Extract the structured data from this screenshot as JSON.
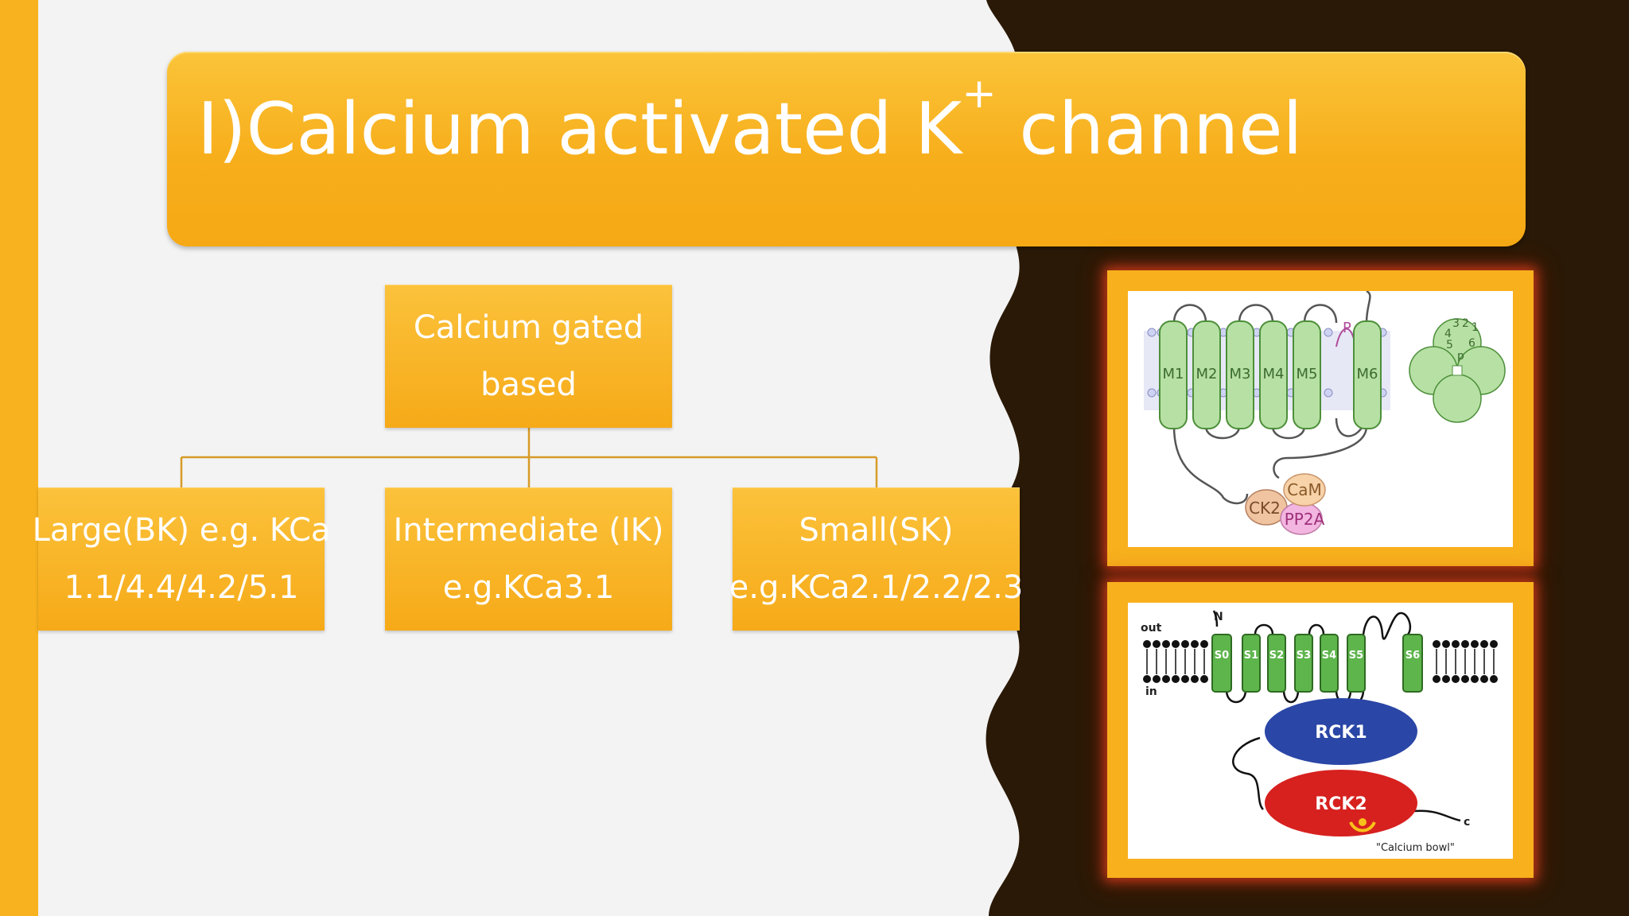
{
  "slide": {
    "title_main": "I)Calcium activated K",
    "title_sup": "+",
    "title_tail": " channel"
  },
  "tree": {
    "root": {
      "line1": "Calcium gated",
      "line2": "based"
    },
    "children": [
      {
        "line1": "Large(BK) e.g. KCa",
        "line2": "1.1/4.4/4.2/5.1"
      },
      {
        "line1": "Intermediate (IK)",
        "line2": "e.g.KCa3.1"
      },
      {
        "line1": "Small(SK)",
        "line2": "e.g.KCa2.1/2.2/2.3"
      }
    ]
  },
  "figure_top": {
    "segments": [
      "M1",
      "M2",
      "M3",
      "M4",
      "M5",
      "M6"
    ],
    "pore_label": "P",
    "proteins": [
      "CaM",
      "CK2",
      "PP2A"
    ],
    "tetramer_numbers": [
      "1",
      "2",
      "3",
      "4",
      "5",
      "6",
      "p"
    ]
  },
  "figure_bottom": {
    "out_label": "out",
    "in_label": "in",
    "n_label": "N",
    "c_label": "c",
    "segments": [
      "S0",
      "S1",
      "S2",
      "S3",
      "S4",
      "S5",
      "S6"
    ],
    "rck1": "RCK1",
    "rck2": "RCK2",
    "bowl_label": "\"Calcium bowl\""
  },
  "colors": {
    "accent": "#f8b21f",
    "dark": "#2a1906",
    "segment_green": "#5eb54c",
    "rck1_blue": "#2a46a6",
    "rck2_red": "#d7211f",
    "frame_glow": "#c23a1a"
  }
}
